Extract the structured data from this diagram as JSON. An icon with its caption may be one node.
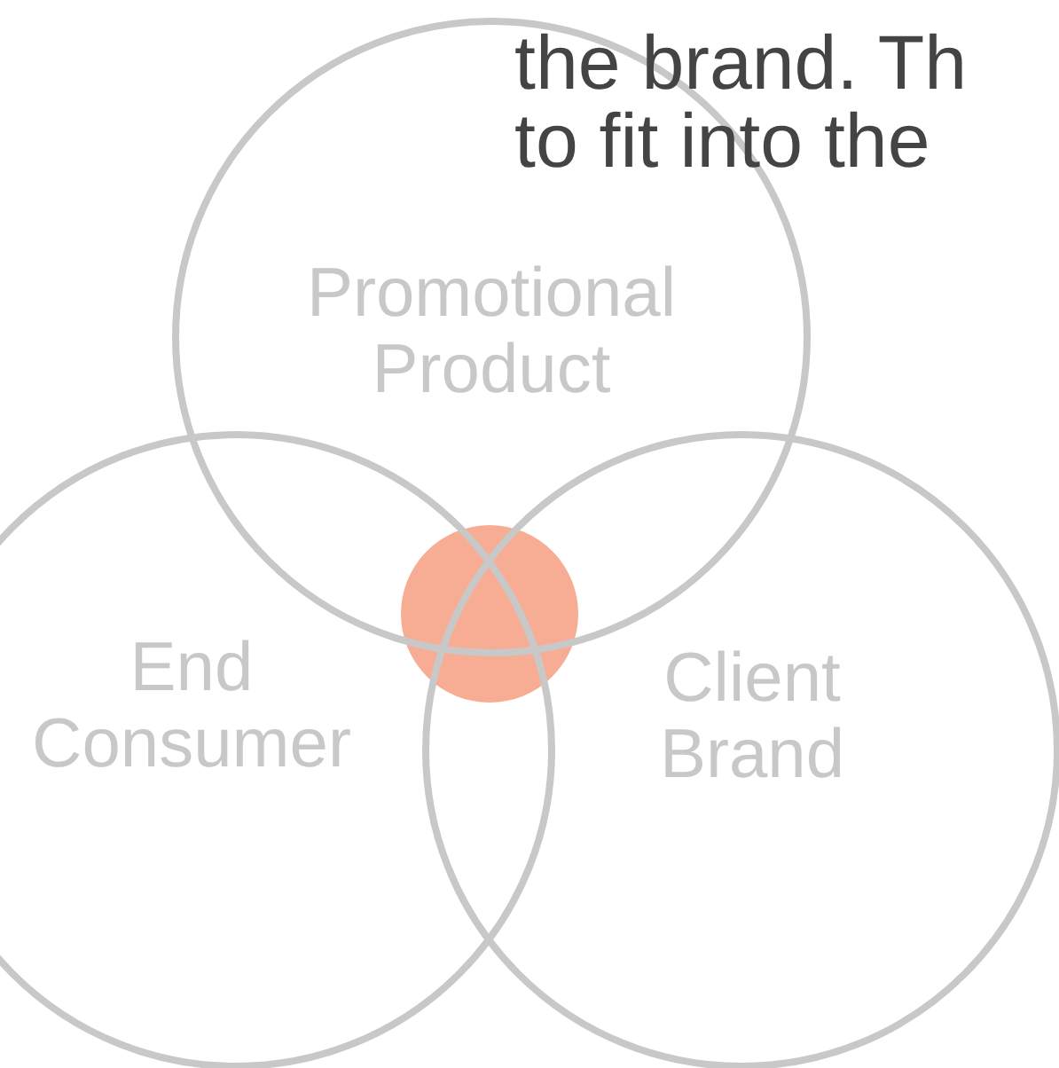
{
  "diagram": {
    "nodes": [
      {
        "text": [
          "Promotional Product"
        ]
      },
      {
        "text": [
          "End Consumer"
        ]
      },
      {
        "text": [
          "Client Brand"
        ]
      },
      {
        "text": [],
        "shape": "circle"
      }
    ],
    "labels": [
      "the brand. Th",
      "to fit into the"
    ]
  }
}
